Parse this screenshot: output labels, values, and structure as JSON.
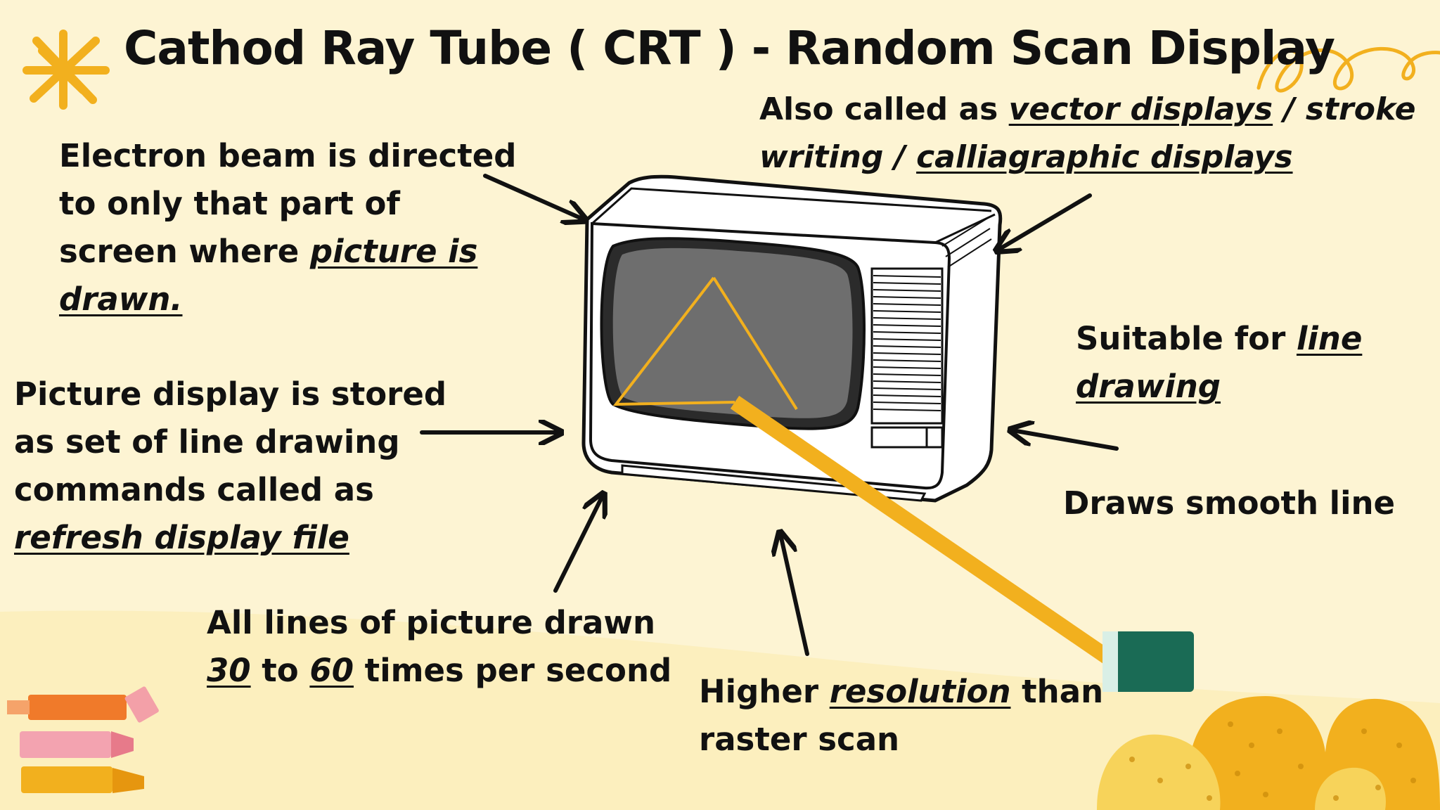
{
  "title": "Cathod Ray Tube ( CRT ) - Random Scan Display",
  "notes": {
    "electron_beam": {
      "line1": "Electron beam is directed",
      "line2": "to only that part of",
      "line3_plain": "screen where ",
      "line3_em": "picture is",
      "line4_em": "drawn."
    },
    "picture_display": {
      "line1": "Picture display is stored",
      "line2": "as set of line drawing",
      "line3": "commands called as",
      "line4_em": "refresh display file"
    },
    "all_lines": {
      "line1": "All lines of picture drawn",
      "line2_em_a": "30",
      "line2_mid": " to ",
      "line2_em_b": "60",
      "line2_end": " times per second"
    },
    "higher_resolution": {
      "line1_plain": "Higher ",
      "line1_em": "resolution",
      "line1_end": " than",
      "line2": "raster scan"
    },
    "also_called": {
      "line1_plain": "Also called as ",
      "line1_em": "vector displays",
      "line1_end": " / stroke",
      "line2_italic": "writing / ",
      "line2_em": "calliagraphic displays"
    },
    "suitable": {
      "line1_plain": "Suitable for ",
      "line1_em": "line",
      "line2_em": "drawing"
    },
    "smooth": {
      "line1": "Draws smooth line"
    }
  },
  "colors": {
    "background": "#fdf4d3",
    "accent_yellow": "#f2b01e",
    "screen_gray": "#6e6e6e",
    "pen_green": "#1a6b55"
  }
}
